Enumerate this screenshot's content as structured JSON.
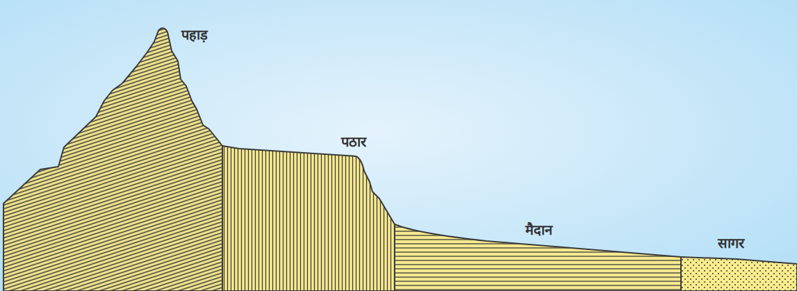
{
  "diagram": {
    "labels": [
      "पहाड़",
      "पठार",
      "मैदान",
      "सागर"
    ]
  }
}
